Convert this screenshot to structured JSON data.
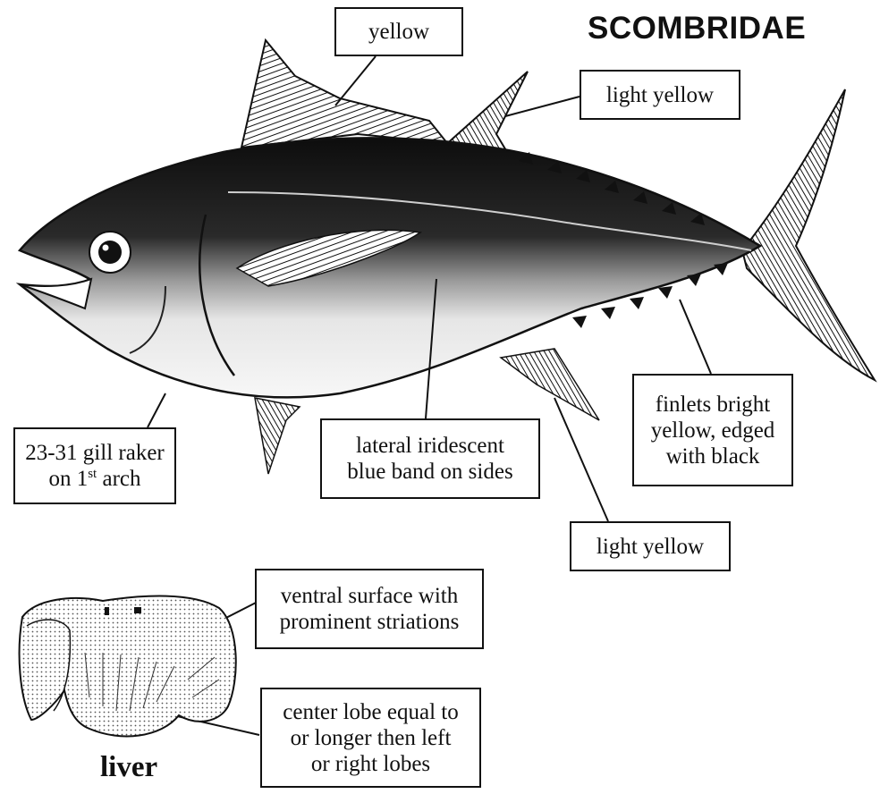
{
  "figure": {
    "family_title": "SCOMBRIDAE",
    "liver_title": "liver"
  },
  "labels": {
    "dorsal_fin": "yellow",
    "second_dorsal_fin": "light yellow",
    "gill_raker": {
      "line1": "23-31 gill raker",
      "line2_pre": "on 1",
      "line2_sup": "st",
      "line2_post": " arch"
    },
    "lateral_band": {
      "line1": "lateral iridescent",
      "line2": "blue band on sides"
    },
    "finlets": {
      "line1": "finlets bright",
      "line2": "yellow, edged",
      "line3": "with black"
    },
    "anal_fin": "light yellow",
    "liver_surface": {
      "line1": "ventral surface with",
      "line2": "prominent striations"
    },
    "liver_lobe": {
      "line1": "center lobe equal to",
      "line2": "or longer then left",
      "line3": "or right lobes"
    }
  },
  "colors": {
    "ink": "#111111",
    "paper": "#ffffff",
    "body_dark": "#1a1a1a",
    "belly_light": "#f4f4f4"
  }
}
